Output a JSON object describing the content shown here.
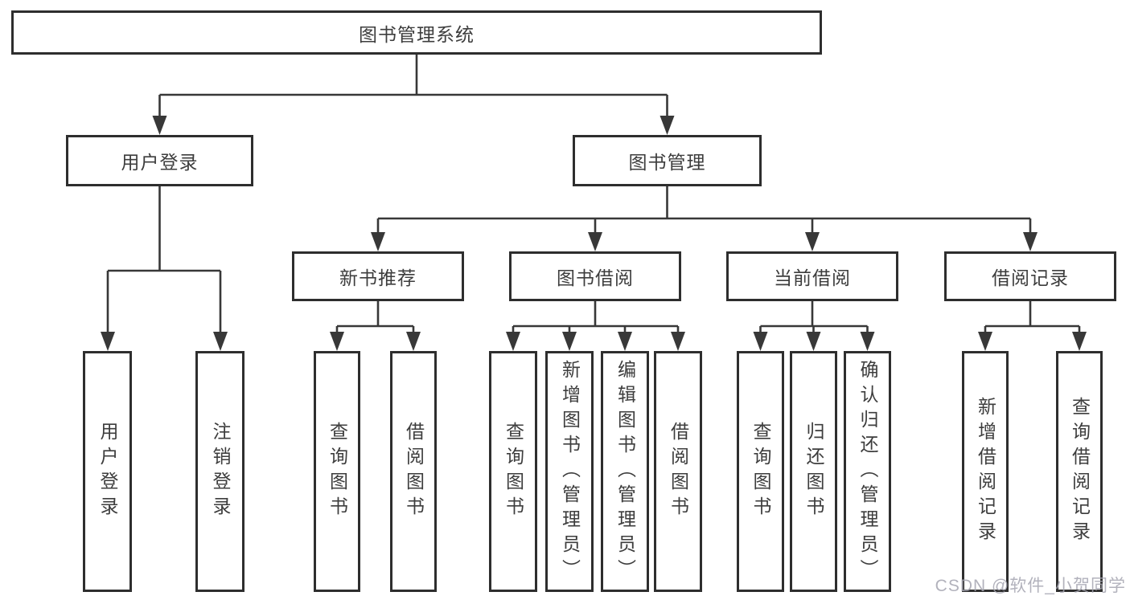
{
  "diagram": {
    "colors": {
      "line": "#383838",
      "box_border": "#2e2e2e",
      "text": "#3d3d3d",
      "background": "#ffffff",
      "watermark": "#a4a4b0"
    }
  },
  "nodes": {
    "root": "图书管理系统",
    "user_login": "用户登录",
    "book_mgmt": "图书管理",
    "new_book": "新书推荐",
    "book_borrow": "图书借阅",
    "current_borrow": "当前借阅",
    "borrow_record": "借阅记录",
    "leaves_user_login": [
      "用户登录",
      "注销登录"
    ],
    "leaves_new_book": [
      "查询图书",
      "借阅图书"
    ],
    "leaves_book_borrow": [
      "查询图书",
      "新增图书（管理员）",
      "编辑图书（管理员）",
      "借阅图书"
    ],
    "leaves_current_borrow": [
      "查询图书",
      "归还图书",
      "确认归还（管理员）"
    ],
    "leaves_borrow_record": [
      "新增借阅记录",
      "查询借阅记录"
    ]
  },
  "watermark": "CSDN @软件_小贺同学"
}
